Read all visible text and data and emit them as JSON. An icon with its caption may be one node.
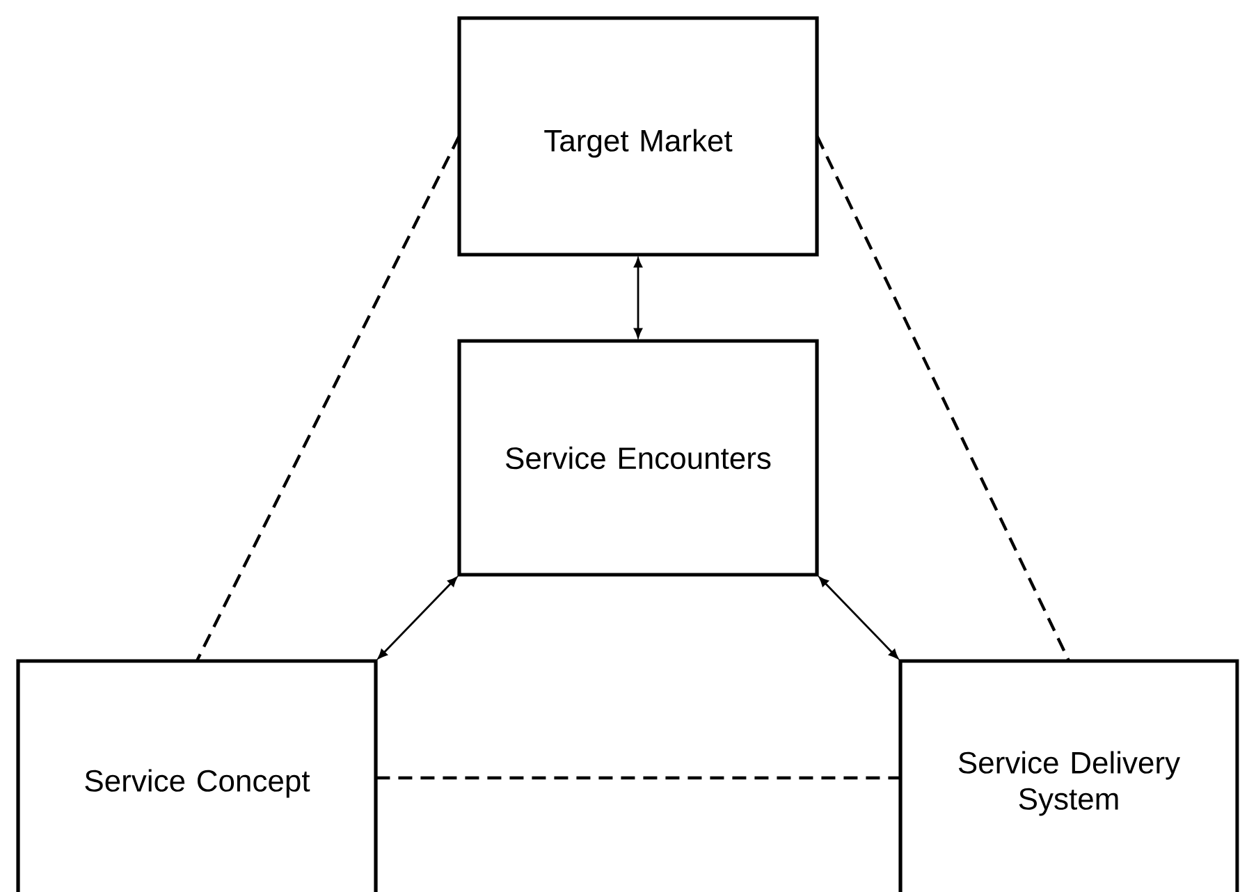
{
  "diagram": {
    "nodes": [
      {
        "text": [
          "Target Market"
        ]
      },
      {
        "text": [
          "Service Encounters"
        ]
      },
      {
        "text": [
          "Service Concept"
        ]
      },
      {
        "text": [
          "Service Delivery System"
        ]
      }
    ],
    "edges": [
      {
        "from": 0,
        "to": 1,
        "arrow": "both"
      },
      {
        "from": 1,
        "to": 2,
        "arrow": "both"
      },
      {
        "from": 1,
        "to": 3,
        "arrow": "both"
      },
      {
        "from": 2,
        "to": 3,
        "arrow": "none",
        "style": "dashed"
      },
      {
        "from": 0,
        "to": 2,
        "arrow": "none",
        "style": "dashed"
      },
      {
        "from": 0,
        "to": 3,
        "arrow": "none",
        "style": "dashed"
      }
    ]
  }
}
